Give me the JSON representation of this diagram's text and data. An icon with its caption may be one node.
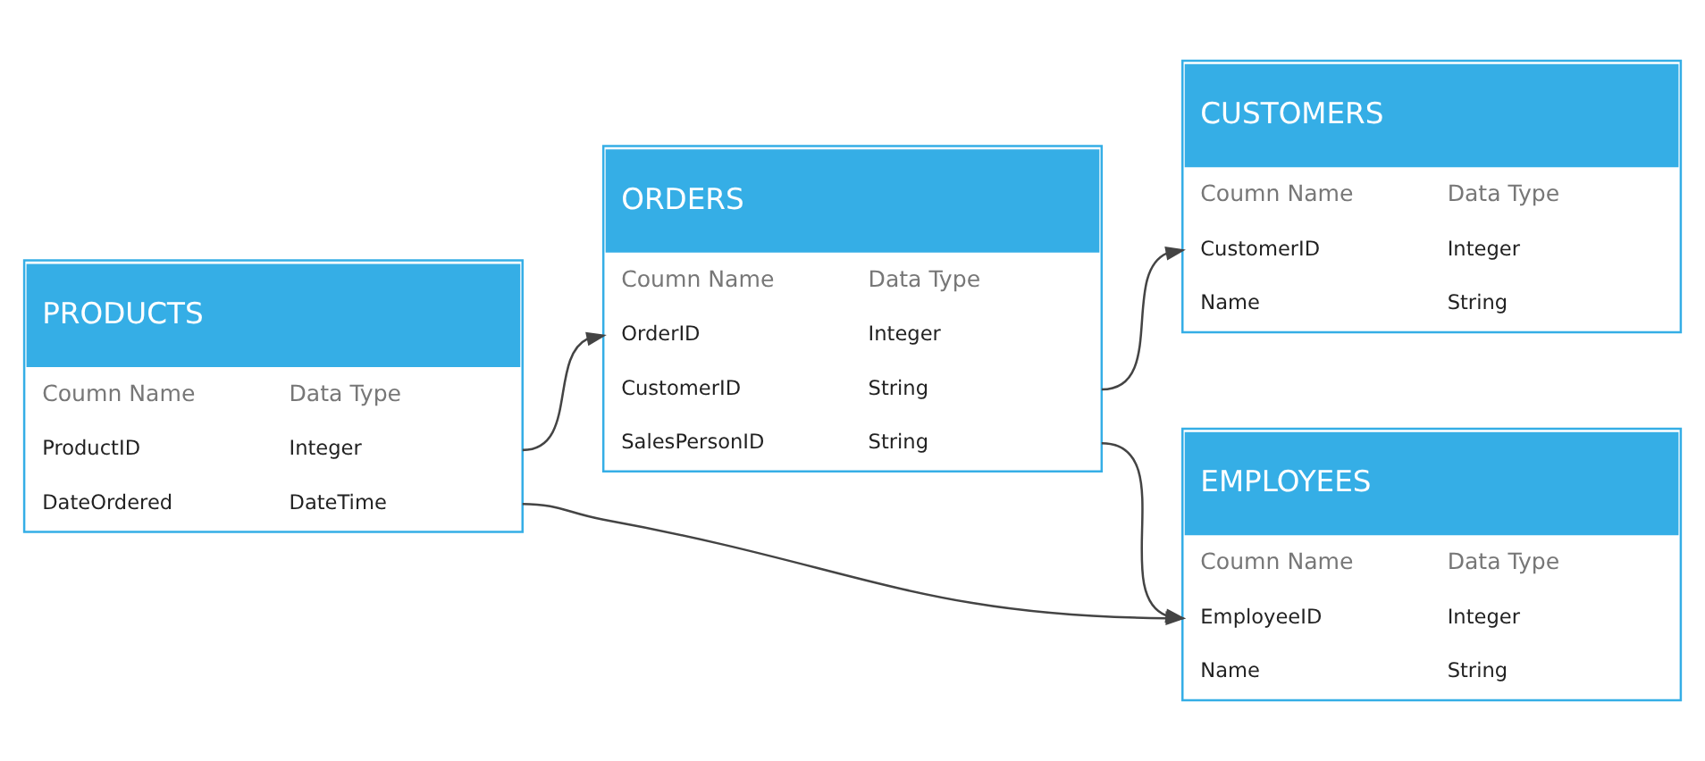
{
  "diagram": {
    "nodes": [
      {
        "text": [
          "PRODUCTS",
          "Coumn Name",
          "Data Type",
          "ProductID",
          "Integer",
          "DateOrdered",
          "DateTime"
        ]
      },
      {
        "text": [
          "ORDERS",
          "Coumn Name",
          "Data Type",
          "OrderID",
          "Integer",
          "CustomerID",
          "String",
          "SalesPersonID",
          "String"
        ]
      },
      {
        "text": [
          "CUSTOMERS",
          "Coumn Name",
          "Data Type",
          "CustomerID",
          "Integer",
          "Name",
          "String"
        ]
      },
      {
        "text": [
          "EMPLOYEES",
          "Coumn Name",
          "Data Type",
          "EmployeeID",
          "Integer",
          "Name",
          "String"
        ]
      }
    ],
    "edges": [
      {
        "from": 0,
        "to": 1,
        "arrow": "to"
      },
      {
        "from": 1,
        "to": 2,
        "arrow": "to"
      },
      {
        "from": 0,
        "to": 3,
        "arrow": "to"
      },
      {
        "from": 1,
        "to": 3,
        "arrow": "to"
      }
    ]
  }
}
